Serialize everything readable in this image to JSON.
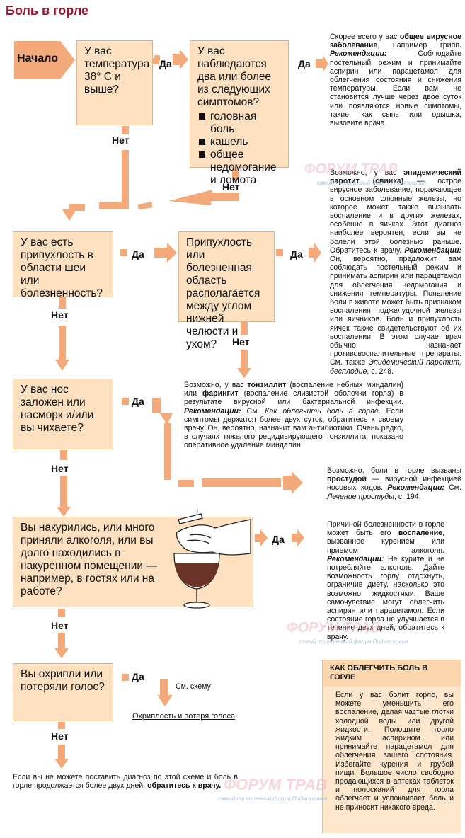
{
  "title": "Боль в горле",
  "start": "Начало",
  "yes": "Да",
  "no": "Нет",
  "q1": "У вас температура 38° С и выше?",
  "q2": {
    "text": "У вас наблюдаются два или более из следующих симптомов?",
    "items": [
      "головная боль",
      "кашель",
      "общее недомогание и ломота"
    ]
  },
  "q3": "У вас есть припухлость в области шеи или болезненность?",
  "q4": "Припухлость или болезненная область располагается между углом нижней челюсти и ухом?",
  "q5": "У вас нос заложен или насморк и/или вы чихаете?",
  "q6": "Вы накурились, или много приняли алкоголя, или вы долго находились в накуренном помещении — например, в гостях или на работе?",
  "q7": "Вы охрипли или потеряли голос?",
  "n1": {
    "a": "Скорее всего у вас ",
    "b": "общее вирусное заболевание",
    "c": ", например грипп.",
    "rec": "Рекомендации:",
    "d": " Соблюдайте постельный режим и принимайте аспирин или парацетамол для облегчения состояния и снижения температуры. Если вам не становится лучше через двое суток или появляются новые симптомы, такие, как сыпь или одышка, вызовите врача."
  },
  "n2": {
    "a": "Возможно, у вас ",
    "b": "эпидемический паротит (свинка)",
    "c": " — острое вирусное заболевание, поражающее в основном слюнные железы, но которое может также вызывать воспаление и в других железах, особенно в яичках. Этот диагноз наиболее вероятен, если вы не болели этой болезнью раньше. Обратитесь к врачу.",
    "rec": "Рекомендации:",
    "d": " Он, вероятно, предложит вам соблюдать постельный режим и принимать аспирин или парацетамол для облегчения недомогания и снижения температуры. Появление боли в животе может быть признаком воспаления поджелудочной железы или яичников. Боль и припухлость яичек также свидетельствуют об их воспалении. В этом случае врач обычно назначает противовоспалительные препараты. См. также ",
    "e": "Эпидемический паротит, бесплодие",
    "f": ", с. 248."
  },
  "n3": {
    "a": "Возможно, у вас ",
    "b": "тонзиллит",
    "c": " (воспаление небных миндалин) или ",
    "d": "фарингит",
    "e": " (воспаление слизистой оболочки горла) в результате вирусной или бактериальной инфекции.",
    "rec": "Рекомендации:",
    "f": " См. ",
    "g": "Как облегчить боль в горле",
    "h": ". Если симптомы держатся более двух суток, обратитесь к своему врачу. Он, вероятно, назначит вам антибиотики. Очень редко, в случаях тяжелого рецидивирующего тонзиллита, показано оперативное удаление миндалин."
  },
  "n4": {
    "a": "Возможно, боли в горле вызваны ",
    "b": "простудой",
    "c": " — вирусной инфекцией носовых ходов.",
    "rec": "Рекомендации:",
    "d": " См. ",
    "e": "Лечение простуды",
    "f": ", с. 194."
  },
  "n5": {
    "a": "Причиной болезненности в горле может быть его ",
    "b": "воспаление",
    "c": ", вызванное курением или приемом алкоголя.",
    "rec": "Рекомендации:",
    "d": " Не курите и не потребляйте алкоголь. Дайте возможность горлу отдохнуть, ограничив диету, насколько это возможно, жидкостями. Ваше самочувствие могут облегчить аспирин или парацетамол. Если состояние горла не улучшается в течение двух дней, обратитесь к врачу."
  },
  "scheme": "См. схему",
  "scheme_link": "Охриплость и потеря голоса",
  "final": {
    "a": "Если вы не можете поставить диагноз по этой схеме и боль в горле продолжается более двух дней, ",
    "b": "обратитесь к врачу."
  },
  "sidebox": {
    "title": "КАК ОБЛЕГЧИТЬ БОЛЬ В ГОРЛЕ",
    "text": "Если у вас болит горло, вы можете уменьшить его воспаление, делая частые глотки холодной воды или другой жидкости. Полощите горло жидким аспирином или принимайте парацетамол для облегчения вашего состояния. Избегайте курения и грубой пищи. Большое число свободно продающихся в аптеках таблеток и полосканий для горла облегчает и успокаивает боль и не приносит никакого вреда."
  },
  "watermark": {
    "brand": "ФОРУМ ТРАВ",
    "slogan": "самый посещаемый форум Подмосковья"
  },
  "colors": {
    "box": "#fde0bf",
    "arrow": "#f4a97a",
    "title": "#9b1530"
  }
}
